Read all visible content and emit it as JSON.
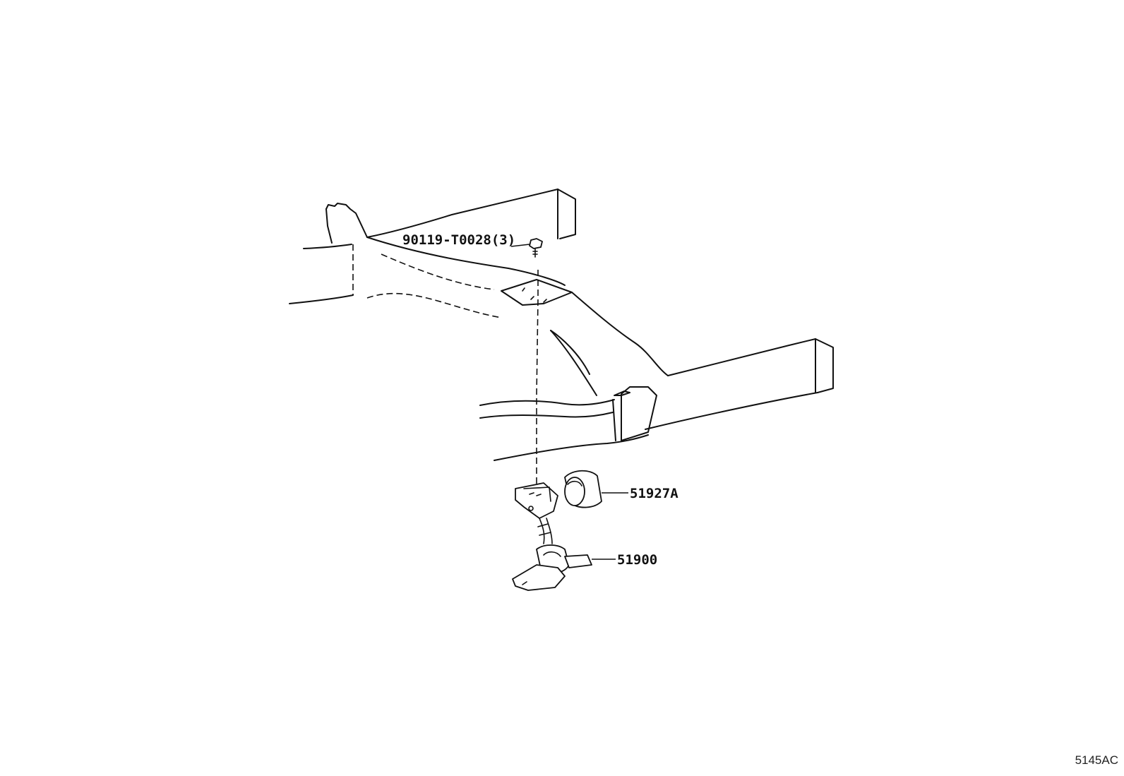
{
  "labels": {
    "bolt": "90119-T0028(3)",
    "cover": "51927A",
    "hanger": "51900"
  },
  "diagram_code": "5145AC"
}
